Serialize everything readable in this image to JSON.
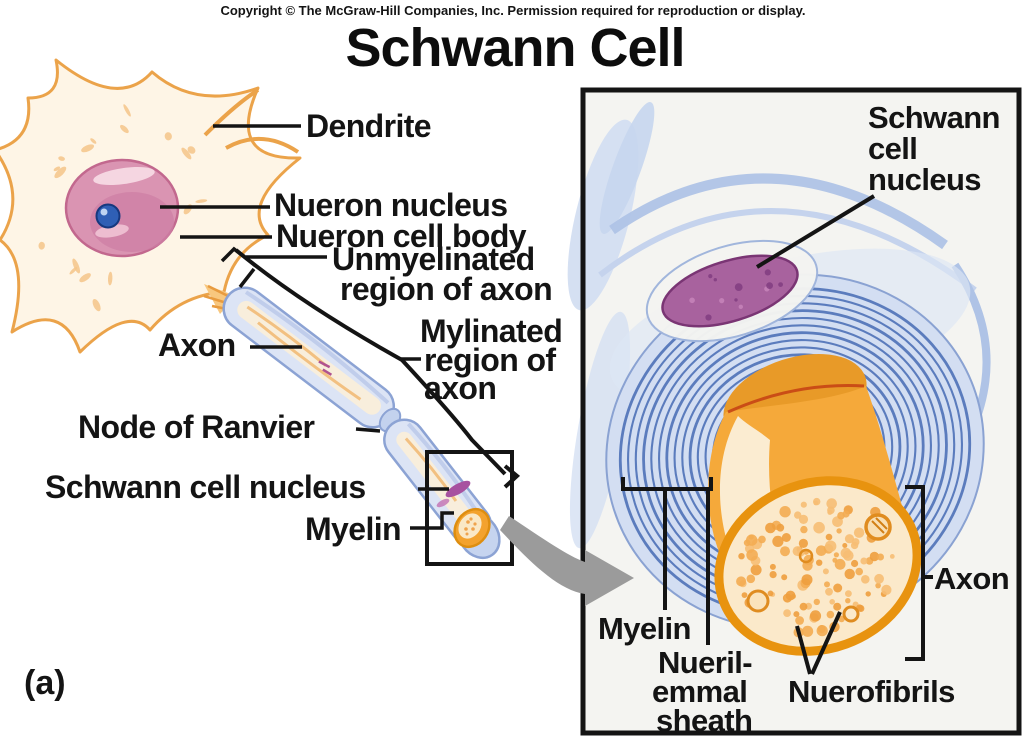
{
  "header": {
    "copyright": "Copyright © The McGraw-Hill Companies, Inc. Permission required for reproduction or display.",
    "title": "Schwann Cell"
  },
  "figure_label": "(a)",
  "main_diagram": {
    "labels": {
      "dendrite": "Dendrite",
      "neuron_nucleus": "Nueron nucleus",
      "neuron_cell_body": "Nueron cell body",
      "unmyelinated_line1": "Unmyelinated",
      "unmyelinated_line2": "region of axon",
      "axon": "Axon",
      "myelinated_line1": "Mylinated",
      "myelinated_line2": "region of",
      "myelinated_line3": "axon",
      "node_of_ranvier": "Node of Ranvier",
      "schwann_cell_nucleus": "Schwann cell nucleus",
      "myelin": "Myelin"
    }
  },
  "inset_diagram": {
    "labels": {
      "schwann_line1": "Schwann",
      "schwann_line2": "cell",
      "schwann_line3": "nucleus",
      "axon": "Axon",
      "myelin": "Myelin",
      "neurilemmal_line1": "Nueril-",
      "neurilemmal_line2": "emmal",
      "neurilemmal_line3": "sheath",
      "neurofibrils": "Nuerofibrils"
    }
  },
  "colors": {
    "cell_outline_orange": "#EBA34A",
    "cell_fill": "#FEF5E6",
    "nucleus_pink": "#DA94B2",
    "nucleolus_blue": "#2F5FB5",
    "axon_tube_blue": "#DCE4F5",
    "myelin_ring_blue": "#5073B8",
    "schwann_nucleus_purple": "#A8629E",
    "axon_orange": "#F5A93A",
    "axon_face_cream": "#FBE9CA",
    "arrow_gray": "#9B9B9B",
    "label_black": "#141414",
    "panel_bg": "#F4F4F1"
  }
}
